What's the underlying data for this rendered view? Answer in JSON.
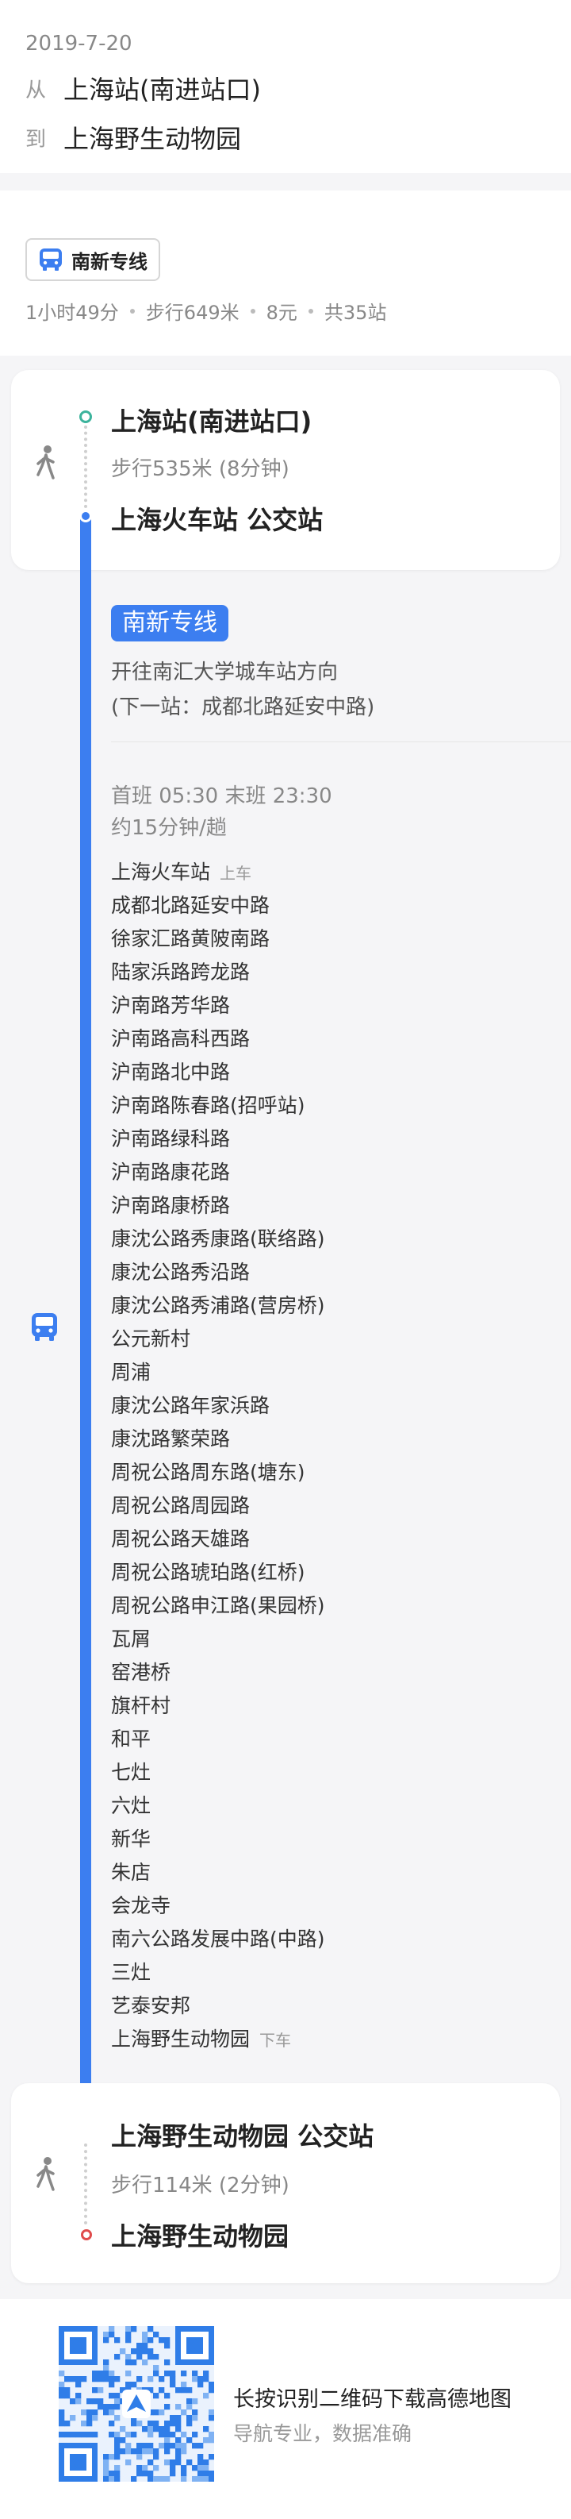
{
  "trip": {
    "date": "2019-7-20",
    "from_label": "从",
    "from": "上海站(南进站口)",
    "to_label": "到",
    "to": "上海野生动物园"
  },
  "summary": {
    "line_name": "南新专线",
    "duration": "1小时49分",
    "walk": "步行649米",
    "fare": "8元",
    "stops_total": "共35站"
  },
  "walk_start": {
    "origin": "上海站(南进站口)",
    "info": "步行535米 (8分钟)",
    "destination": "上海火车站 公交站"
  },
  "bus": {
    "badge": "南新专线",
    "direction": "开往南汇大学城车站方向",
    "next_stop": "(下一站：成都北路延安中路)",
    "first_last": "首班 05:30  末班 23:30",
    "frequency": "约15分钟/趟",
    "board_tag": "上车",
    "alight_tag": "下车",
    "stops": [
      "上海火车站",
      "成都北路延安中路",
      "徐家汇路黄陂南路",
      "陆家浜路跨龙路",
      "沪南路芳华路",
      "沪南路高科西路",
      "沪南路北中路",
      "沪南路陈春路(招呼站)",
      "沪南路绿科路",
      "沪南路康花路",
      "沪南路康桥路",
      "康沈公路秀康路(联络路)",
      "康沈公路秀沿路",
      "康沈公路秀浦路(营房桥)",
      "公元新村",
      "周浦",
      "康沈公路年家浜路",
      "康沈路繁荣路",
      "周祝公路周东路(塘东)",
      "周祝公路周园路",
      "周祝公路天雄路",
      "周祝公路琥珀路(红桥)",
      "周祝公路申江路(果园桥)",
      "瓦屑",
      "窑港桥",
      "旗杆村",
      "和平",
      "七灶",
      "六灶",
      "新华",
      "朱店",
      "会龙寺",
      "南六公路发展中路(中路)",
      "三灶",
      "艺泰安邦",
      "上海野生动物园"
    ]
  },
  "walk_end": {
    "origin": "上海野生动物园 公交站",
    "info": "步行114米 (2分钟)",
    "destination": "上海野生动物园"
  },
  "footer": {
    "title": "长按识别二维码下载高德地图",
    "subtitle": "导航专业，数据准确"
  },
  "colors": {
    "accent": "#3c7ef0",
    "start_dot": "#3cb39c",
    "end_dot": "#e04b4b"
  },
  "icons": [
    "bus-icon",
    "walk-icon",
    "qr-code"
  ]
}
